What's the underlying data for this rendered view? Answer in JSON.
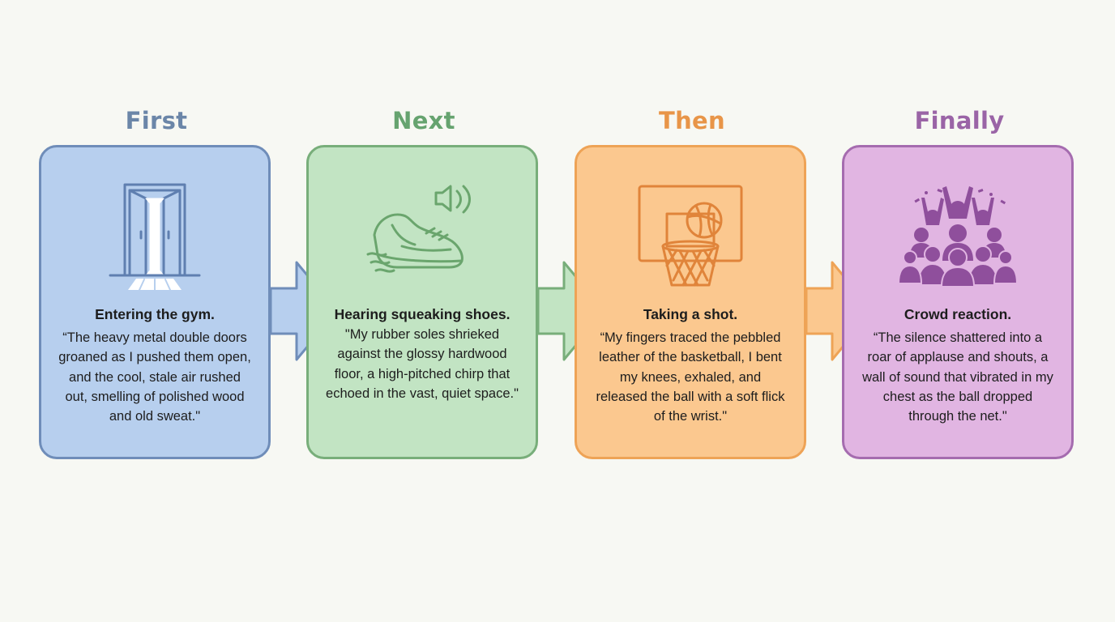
{
  "steps": [
    {
      "heading": "First",
      "icon": "open-door-icon",
      "title": "Entering the gym.",
      "quote": "“The heavy metal double doors groaned as I pushed them open, and the cool, stale air rushed out, smelling of polished wood and old sweat.\"",
      "colors": {
        "heading": "#6b86a8",
        "fill": "#b7cfee",
        "border": "#6f8db9",
        "icon": "#5f7fb0"
      }
    },
    {
      "heading": "Next",
      "icon": "squeaking-sneaker-icon",
      "title": "Hearing squeaking shoes.",
      "quote": "\"My rubber soles shrieked against the glossy hardwood floor, a high-pitched chirp that echoed in the vast, quiet space.\"",
      "colors": {
        "heading": "#66a36f",
        "fill": "#c2e4c3",
        "border": "#78ae7a",
        "icon": "#6aa56d"
      }
    },
    {
      "heading": "Then",
      "icon": "basketball-hoop-icon",
      "title": "Taking a shot.",
      "quote": "“My fingers traced the pebbled leather of the basketball, I bent my knees, exhaled, and released the ball with a soft flick of the wrist.\"",
      "colors": {
        "heading": "#e89548",
        "fill": "#fbc88f",
        "border": "#eea356",
        "icon": "#e0843a"
      }
    },
    {
      "heading": "Finally",
      "icon": "cheering-crowd-icon",
      "title": "Crowd reaction.",
      "quote": "“The silence shattered into a roar of applause and shouts, a wall of sound that vibrated in my chest as the ball dropped through the net.\"",
      "colors": {
        "heading": "#9a64a6",
        "fill": "#e1b5e2",
        "border": "#a56caf",
        "icon": "#8f4f9c"
      }
    }
  ],
  "connector_colors": [
    "#b7cfee",
    "#c2e4c3",
    "#fbc88f"
  ],
  "connector_borders": [
    "#6f8db9",
    "#78ae7a",
    "#eea356"
  ]
}
